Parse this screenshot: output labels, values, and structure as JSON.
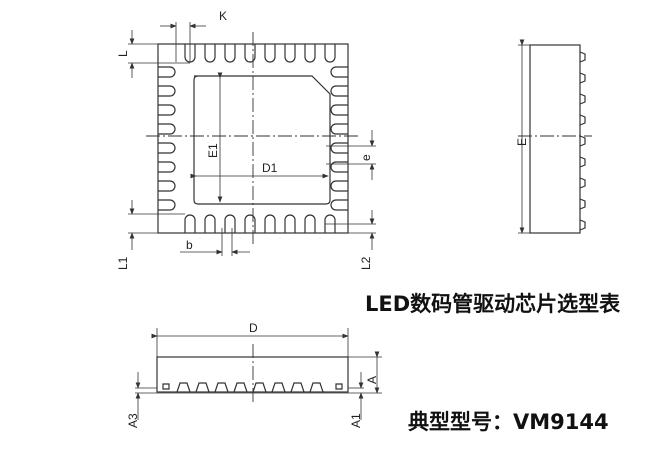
{
  "title": "LED数码管驱动芯片选型表",
  "model_line": "典型型号：VM9144",
  "labels": {
    "K": "K",
    "L": "L",
    "E1": "E1",
    "D1": "D1",
    "e": "e",
    "b": "b",
    "L1": "L1",
    "L2": "L2",
    "E": "E",
    "D": "D",
    "A": "A",
    "A1": "A1",
    "A3": "A3"
  }
}
